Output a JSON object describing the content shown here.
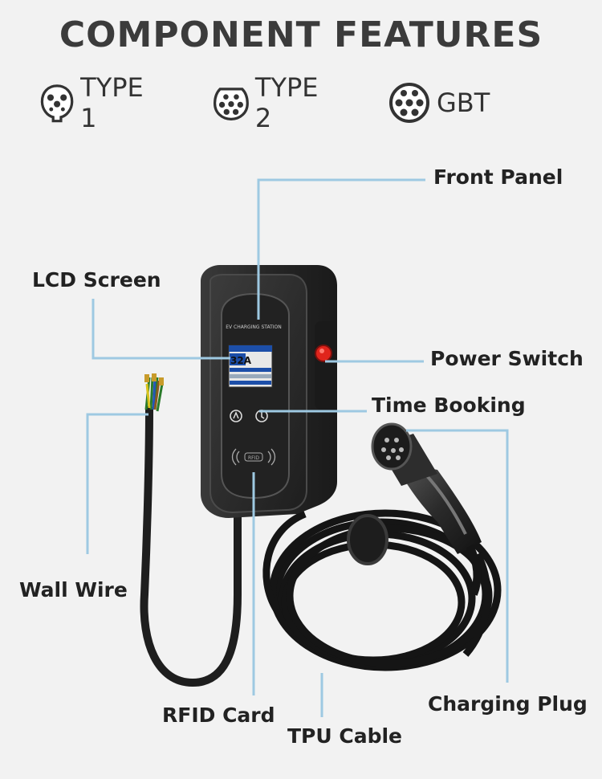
{
  "title": "COMPONENT FEATURES",
  "connector_types": [
    {
      "label": "TYPE 1",
      "icon": "type1-connector-icon"
    },
    {
      "label": "TYPE 2",
      "icon": "type2-connector-icon"
    },
    {
      "label": "GBT",
      "icon": "gbt-connector-icon"
    }
  ],
  "charger": {
    "panel_text": "EV CHARGING STATION",
    "screen_current": "32A",
    "rfid_text": "RFID"
  },
  "callouts": {
    "front_panel": "Front Panel",
    "lcd_screen": "LCD Screen",
    "power_switch": "Power Switch",
    "time_booking": "Time Booking",
    "wall_wire": "Wall Wire",
    "rfid_card": "RFID Card",
    "tpu_cable": "TPU Cable",
    "charging_plug": "Charging Plug"
  },
  "colors": {
    "leader_line": "#9ec9e2",
    "power_button": "#e0241c",
    "screen_bg": "#1c4ea8",
    "body": "#2b2b2b"
  }
}
